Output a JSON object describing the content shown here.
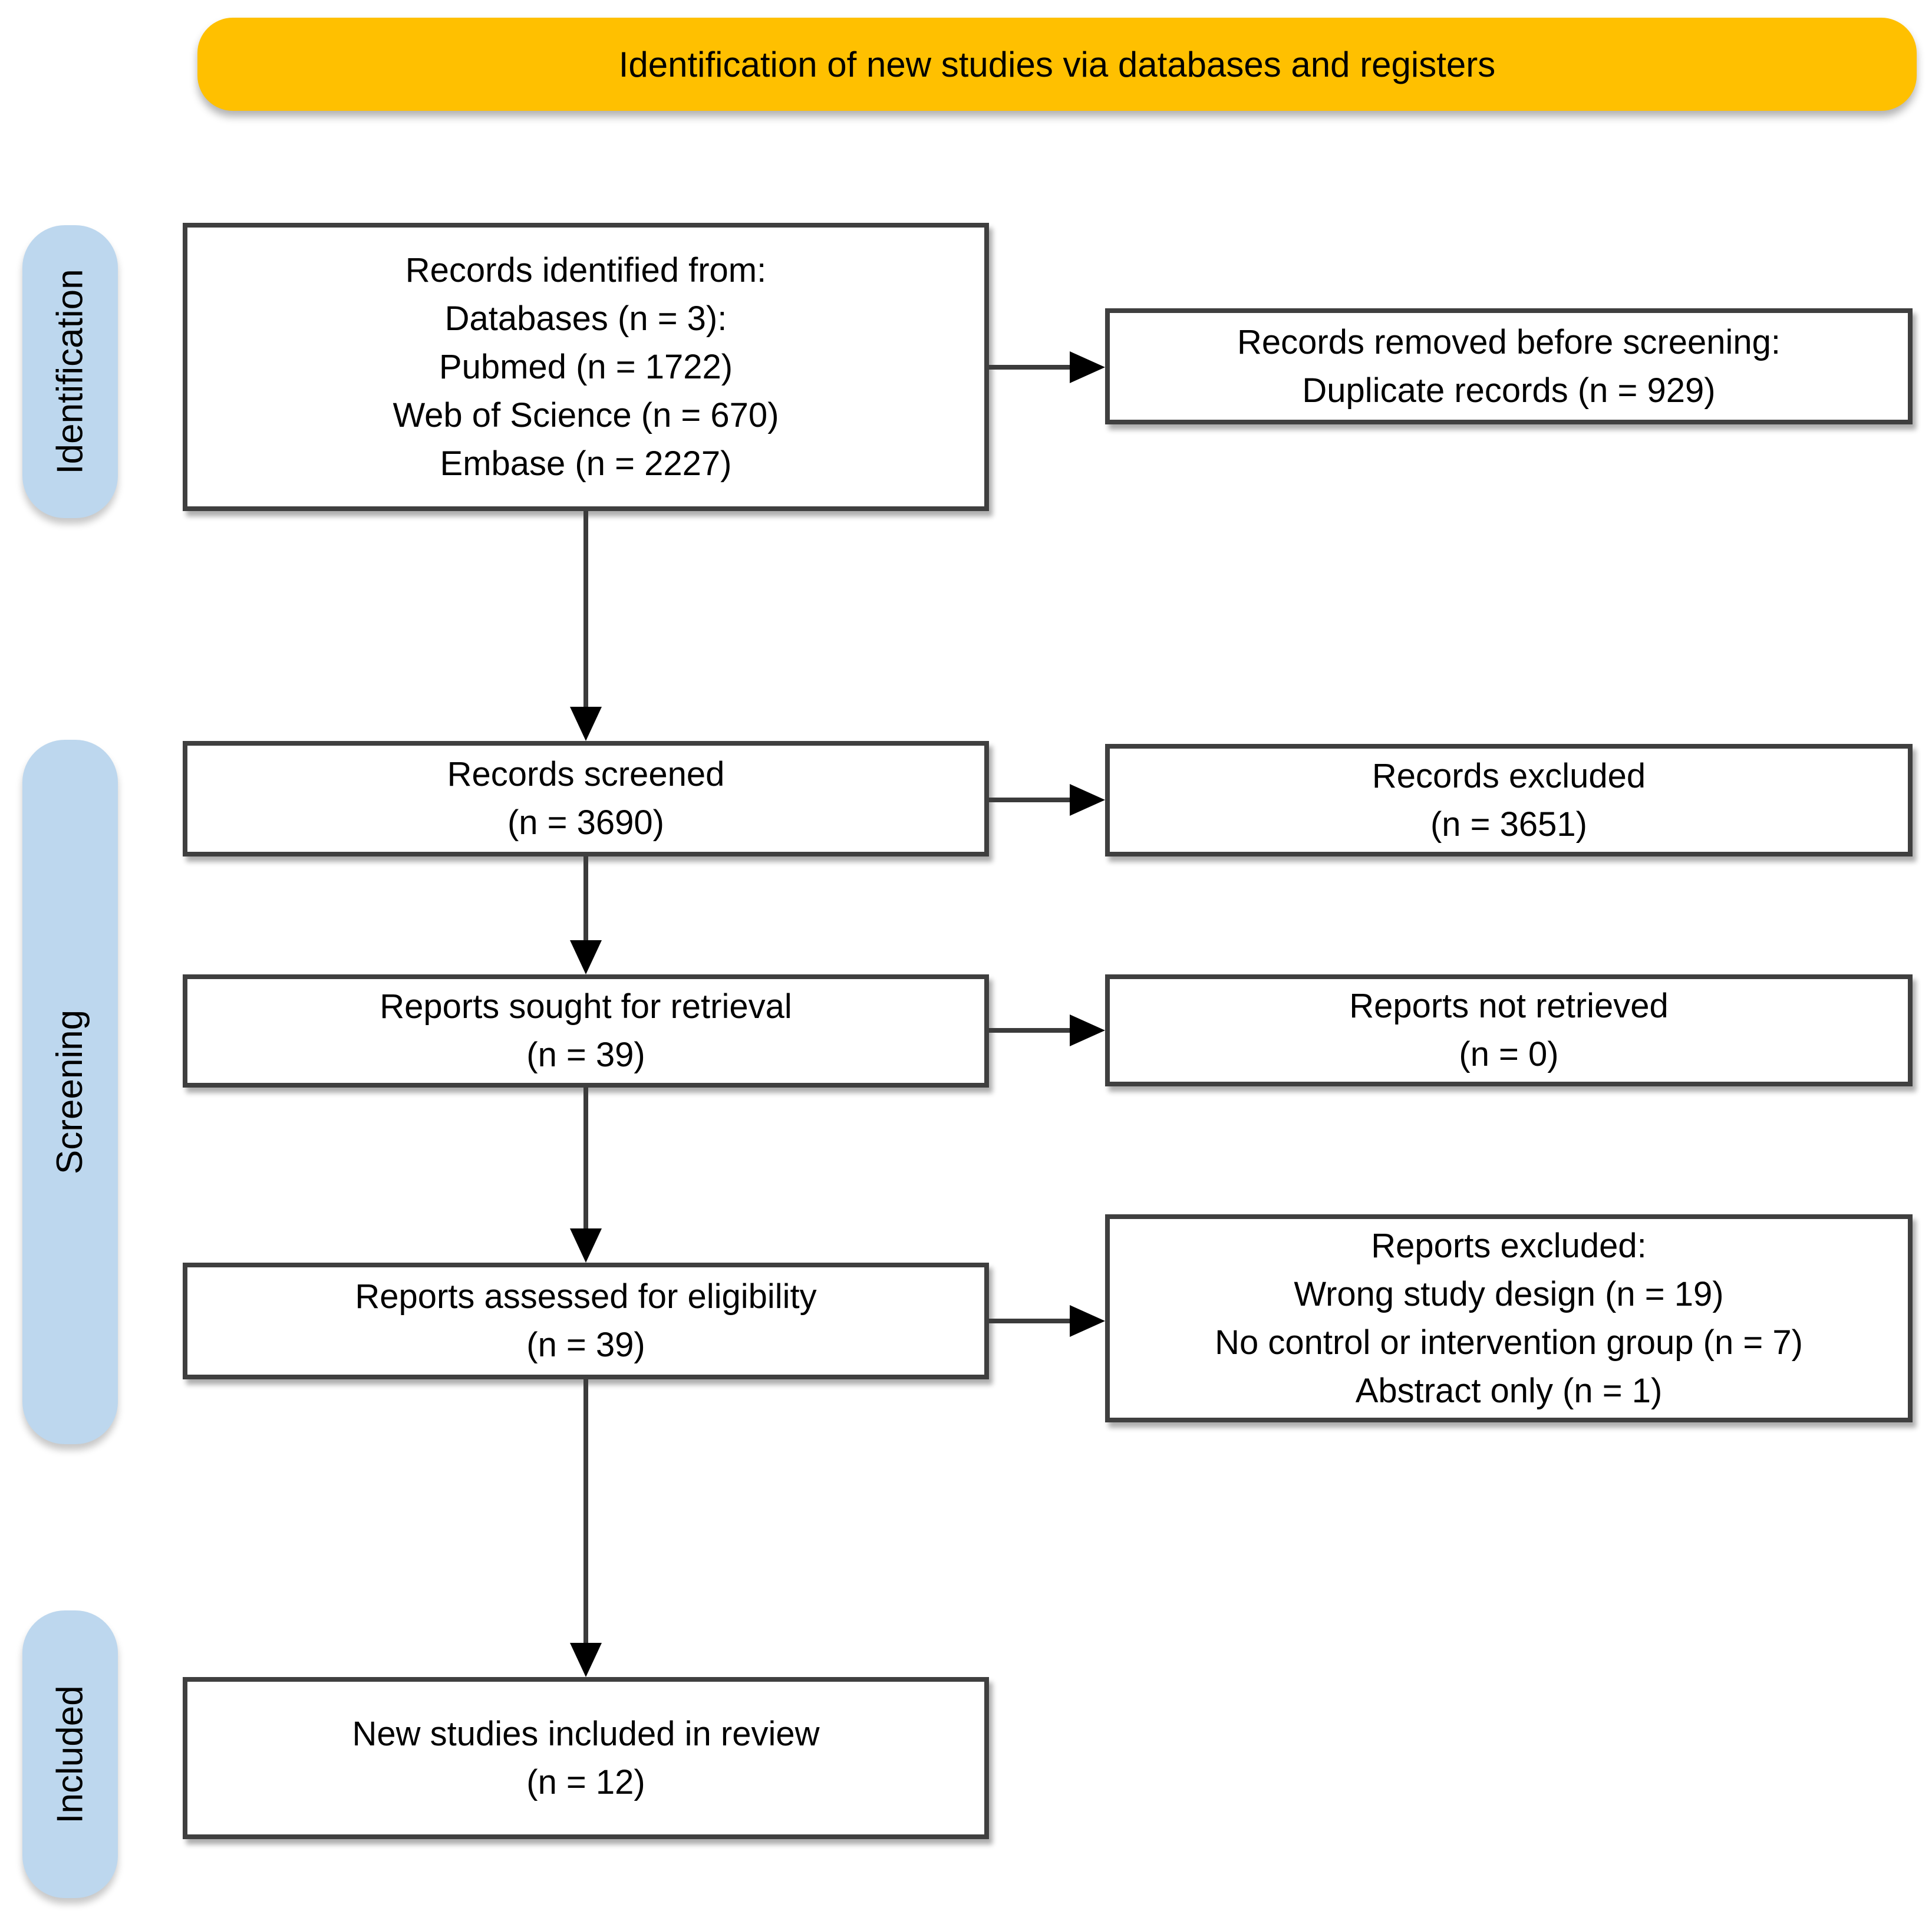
{
  "colors": {
    "banner_bg": "#FFC000",
    "stage_label_bg": "#BDD7EE",
    "box_bg": "#FFFFFF",
    "box_border": "#3F3F3F",
    "arrow": "#000000",
    "text": "#000000"
  },
  "banner": {
    "title": "Identification of new studies via databases and registers"
  },
  "stages": {
    "identification": "Identification",
    "screening": "Screening",
    "included": "Included"
  },
  "boxes": {
    "identified": {
      "lines": [
        "Records identified from:",
        "Databases (n = 3):",
        "Pubmed (n = 1722)",
        "Web of Science (n = 670)",
        "Embase (n = 2227)"
      ]
    },
    "removed": {
      "lines": [
        "Records removed before screening:",
        "Duplicate records (n = 929)"
      ]
    },
    "screened": {
      "lines": [
        "Records screened",
        "(n = 3690)"
      ]
    },
    "records_excluded": {
      "lines": [
        "Records excluded",
        "(n = 3651)"
      ]
    },
    "sought": {
      "lines": [
        "Reports sought for retrieval",
        "(n = 39)"
      ]
    },
    "not_retrieved": {
      "lines": [
        "Reports not retrieved",
        "(n = 0)"
      ]
    },
    "assessed": {
      "lines": [
        "Reports assessed for eligibility",
        "(n = 39)"
      ]
    },
    "reports_excluded": {
      "lines": [
        "Reports excluded:",
        "Wrong study design (n = 19)",
        "No control or intervention group (n = 7)",
        "Abstract only (n = 1)"
      ]
    },
    "included_review": {
      "lines": [
        "New studies included in review",
        "(n = 12)"
      ]
    }
  }
}
